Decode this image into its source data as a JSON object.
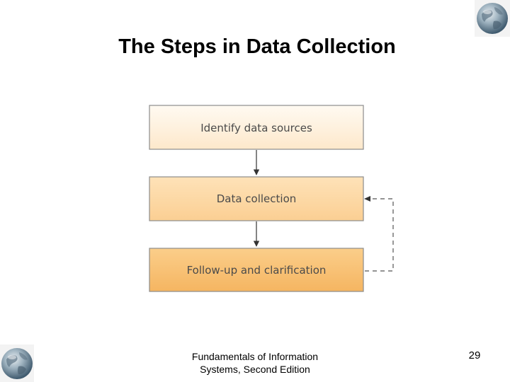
{
  "slide": {
    "title": "The Steps in Data Collection",
    "footer_line1": "Fundamentals of Information",
    "footer_line2": "Systems, Second Edition",
    "page_number": "29"
  },
  "diagram": {
    "steps": [
      {
        "label": "Identify data sources",
        "fill_top": "#fffaf2",
        "fill_bottom": "#fde8cb"
      },
      {
        "label": "Data collection",
        "fill_top": "#fee2b8",
        "fill_bottom": "#fbcf93"
      },
      {
        "label": "Follow-up and clarification",
        "fill_top": "#fbce8a",
        "fill_bottom": "#f5b561"
      }
    ],
    "border_color": "#8c8c8c",
    "arrow_color": "#333333",
    "feedback_line_color": "#555555"
  }
}
